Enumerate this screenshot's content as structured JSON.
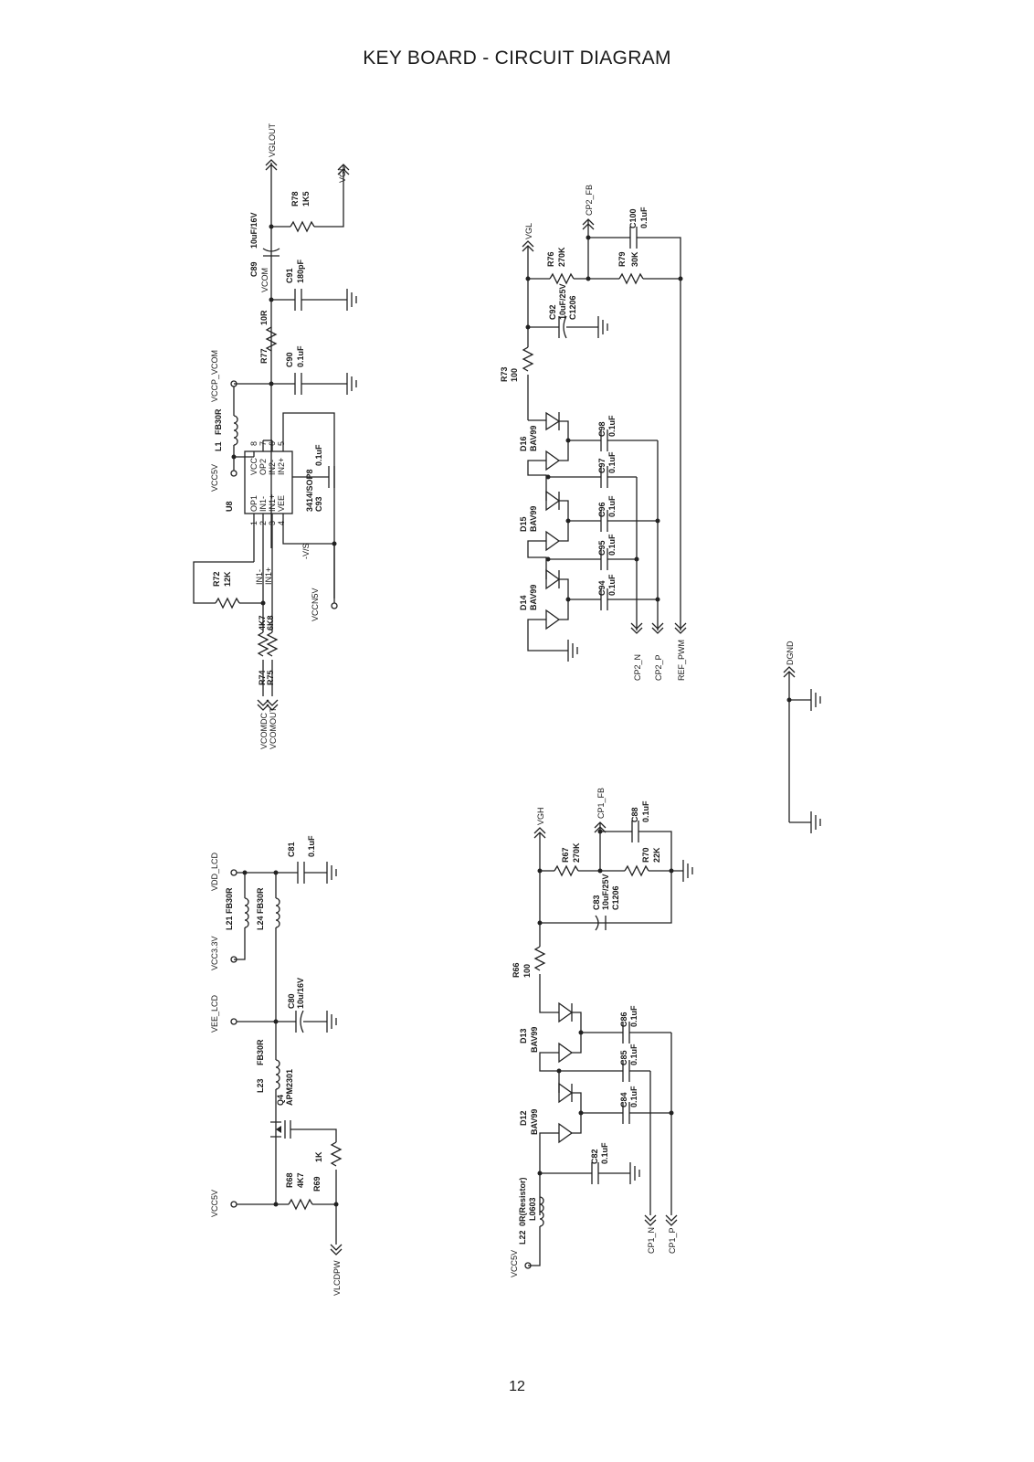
{
  "page": {
    "title": "KEY BOARD - CIRCUIT DIAGRAM",
    "number": "12"
  },
  "vcom": {
    "nets": {
      "vglout": "VGLOUT",
      "vgl": "VGL",
      "vcc5v": "VCC5V",
      "vccp_vcom": "VCCP_VCOM",
      "vccn5v": "VCCN5V",
      "vcomdc": "VCOMDC",
      "vcomout": "VCOMOUT",
      "vcom": "VCOM",
      "in1m": "IN1-",
      "in1p": "IN1+",
      "vs": "-V/S"
    },
    "parts": {
      "r78": "R78",
      "r78_val": "1K5",
      "c89": "C89",
      "c89_val": "10uF/16V",
      "c91": "C91",
      "c91_val": "180pF",
      "r77": "R77",
      "r77_val": "10R",
      "c90": "C90",
      "c90_val": "0.1uF",
      "l1": "L1",
      "l1_val": "FB30R",
      "u8": "U8",
      "u8_type": "3414/SOP8",
      "c93": "C93",
      "c93_val": "0.1uF",
      "r72": "R72",
      "r72_val": "12K",
      "r74": "R74",
      "r74_val": "4K7",
      "r75": "R75",
      "r75_val": "6K8"
    },
    "pins_left": [
      "OP1",
      "IN1-",
      "IN1+",
      "VEE"
    ],
    "pins_right": [
      "VCC",
      "OP2",
      "IN2-",
      "IN2+"
    ],
    "pin_numbers_left": [
      "1",
      "2",
      "3",
      "4"
    ],
    "pin_numbers_right": [
      "8",
      "7",
      "6",
      "5"
    ]
  },
  "cp2": {
    "nets": {
      "vgl": "VGL",
      "cp2_fb": "CP2_FB",
      "cp2_n": "CP2_N",
      "cp2_p": "CP2_P",
      "ref_pwm": "REF_PWM"
    },
    "parts": {
      "r76": "R76",
      "r76_val": "270K",
      "r79": "R79",
      "r79_val": "30K",
      "c100": "C100",
      "c100_val": "0.1uF",
      "c92": "C92",
      "c92_val": "10uF/25V",
      "c92_pkg": "C1206",
      "r73": "R73",
      "r73_val": "100",
      "d16": "D16",
      "d15": "D15",
      "d14": "D14",
      "diode_type": "BAV99",
      "c98": "C98",
      "c97": "C97",
      "c96": "C96",
      "c95": "C95",
      "c94": "C94",
      "cap_val": "0.1uF"
    }
  },
  "dgnd": {
    "label": "DGND"
  },
  "power": {
    "nets": {
      "vdd_lcd": "VDD_LCD",
      "vcc3v3": "VCC3.3V",
      "vee_lcd": "VEE_LCD",
      "vcc5v": "VCC5V",
      "vlcdpw": "VLCDPW"
    },
    "parts": {
      "c81": "C81",
      "c81_val": "0.1uF",
      "l21": "L21",
      "l21_val": "FB30R",
      "l24": "L24",
      "l24_val": "FB30R",
      "c80": "C80",
      "c80_val": "10u/16V",
      "l23": "L23",
      "l23_val": "FB30R",
      "q4": "Q4",
      "q4_val": "APM2301",
      "r68": "R68",
      "r68_val": "4K7",
      "r69": "R69",
      "r69_val": "1K"
    }
  },
  "cp1": {
    "nets": {
      "vgh": "VGH",
      "cp1_fb": "CP1_FB",
      "vcc5v": "VCC5V",
      "cp1_n": "CP1_N",
      "cp1_p": "CP1_P"
    },
    "parts": {
      "r67": "R67",
      "r67_val": "270K",
      "r70": "R70",
      "r70_val": "22K",
      "c88": "C88",
      "c88_val": "0.1uF",
      "c83": "C83",
      "c83_val": "10uF/25V",
      "c83_pkg": "C1206",
      "r66": "R66",
      "r66_val": "100",
      "d13": "D13",
      "d12": "D12",
      "diode_type": "BAV99",
      "c86": "C86",
      "c85": "C85",
      "c84": "C84",
      "c82": "C82",
      "cap_val": "0.1uF",
      "l22": "L22",
      "l22_val": "0R(Resistor)",
      "l22_pkg": "L0603"
    }
  }
}
